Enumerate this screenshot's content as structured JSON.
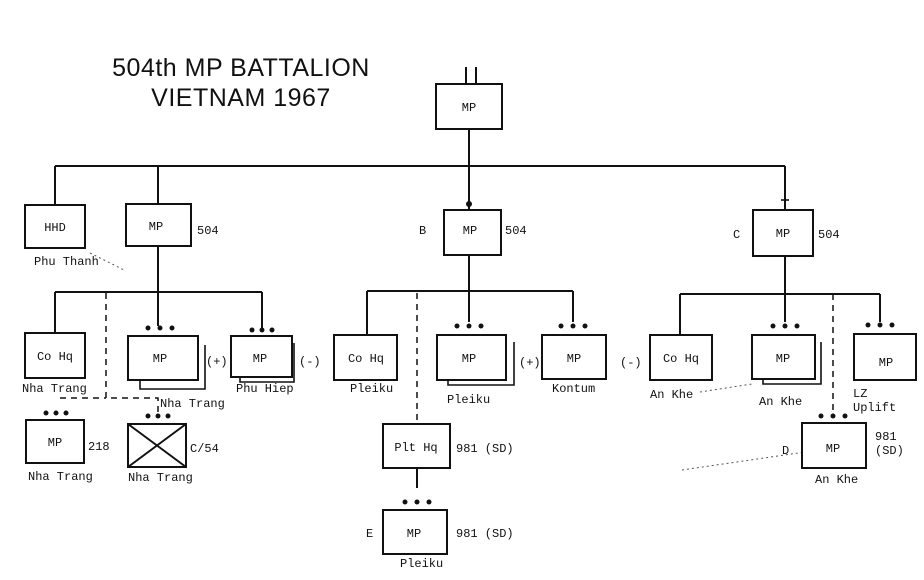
{
  "title": {
    "line1": "504th MP BATTALION",
    "line2": "VIETNAM 1967"
  },
  "units": {
    "battalion": {
      "symbol": "MP"
    },
    "hhd": {
      "symbol": "HHD",
      "location": "Phu Thanh"
    },
    "company_a": {
      "symbol": "MP",
      "number": "504"
    },
    "company_b": {
      "letter": "B",
      "symbol": "MP",
      "number": "504"
    },
    "company_c": {
      "letter": "C",
      "symbol": "MP",
      "number": "504"
    },
    "a_hq": {
      "symbol": "Co Hq",
      "location": "Nha Trang"
    },
    "a_plt_plus": {
      "symbol": "MP",
      "modifier": "(+)",
      "location": "Nha Trang"
    },
    "a_plt_minus": {
      "symbol": "MP",
      "modifier": "(-)",
      "location": "Phu Hiep"
    },
    "a_218": {
      "symbol": "MP",
      "number": "218",
      "location": "Nha Trang"
    },
    "a_c54": {
      "number": "C/54",
      "location": "Nha Trang"
    },
    "b_hq": {
      "symbol": "Co Hq",
      "location": "Pleiku"
    },
    "b_plt_plus": {
      "symbol": "MP",
      "modifier": "(+)",
      "location": "Pleiku"
    },
    "b_plt_minus": {
      "symbol": "MP",
      "modifier": "(-)",
      "location": "Kontum"
    },
    "b_plt_hq": {
      "symbol": "Plt Hq",
      "number": "981 (SD)"
    },
    "b_981": {
      "letter": "E",
      "symbol": "MP",
      "number": "981 (SD)",
      "location": "Pleiku"
    },
    "c_hq": {
      "symbol": "Co Hq",
      "location": "An Khe"
    },
    "c_plt": {
      "symbol": "MP",
      "location": "An Khe"
    },
    "c_plt_lz": {
      "symbol": "MP",
      "location_line1": "LZ",
      "location_line2": "Uplift"
    },
    "c_981": {
      "letter": "D",
      "symbol": "MP",
      "number_line1": "981",
      "number_line2": "(SD)",
      "location": "An Khe"
    }
  }
}
